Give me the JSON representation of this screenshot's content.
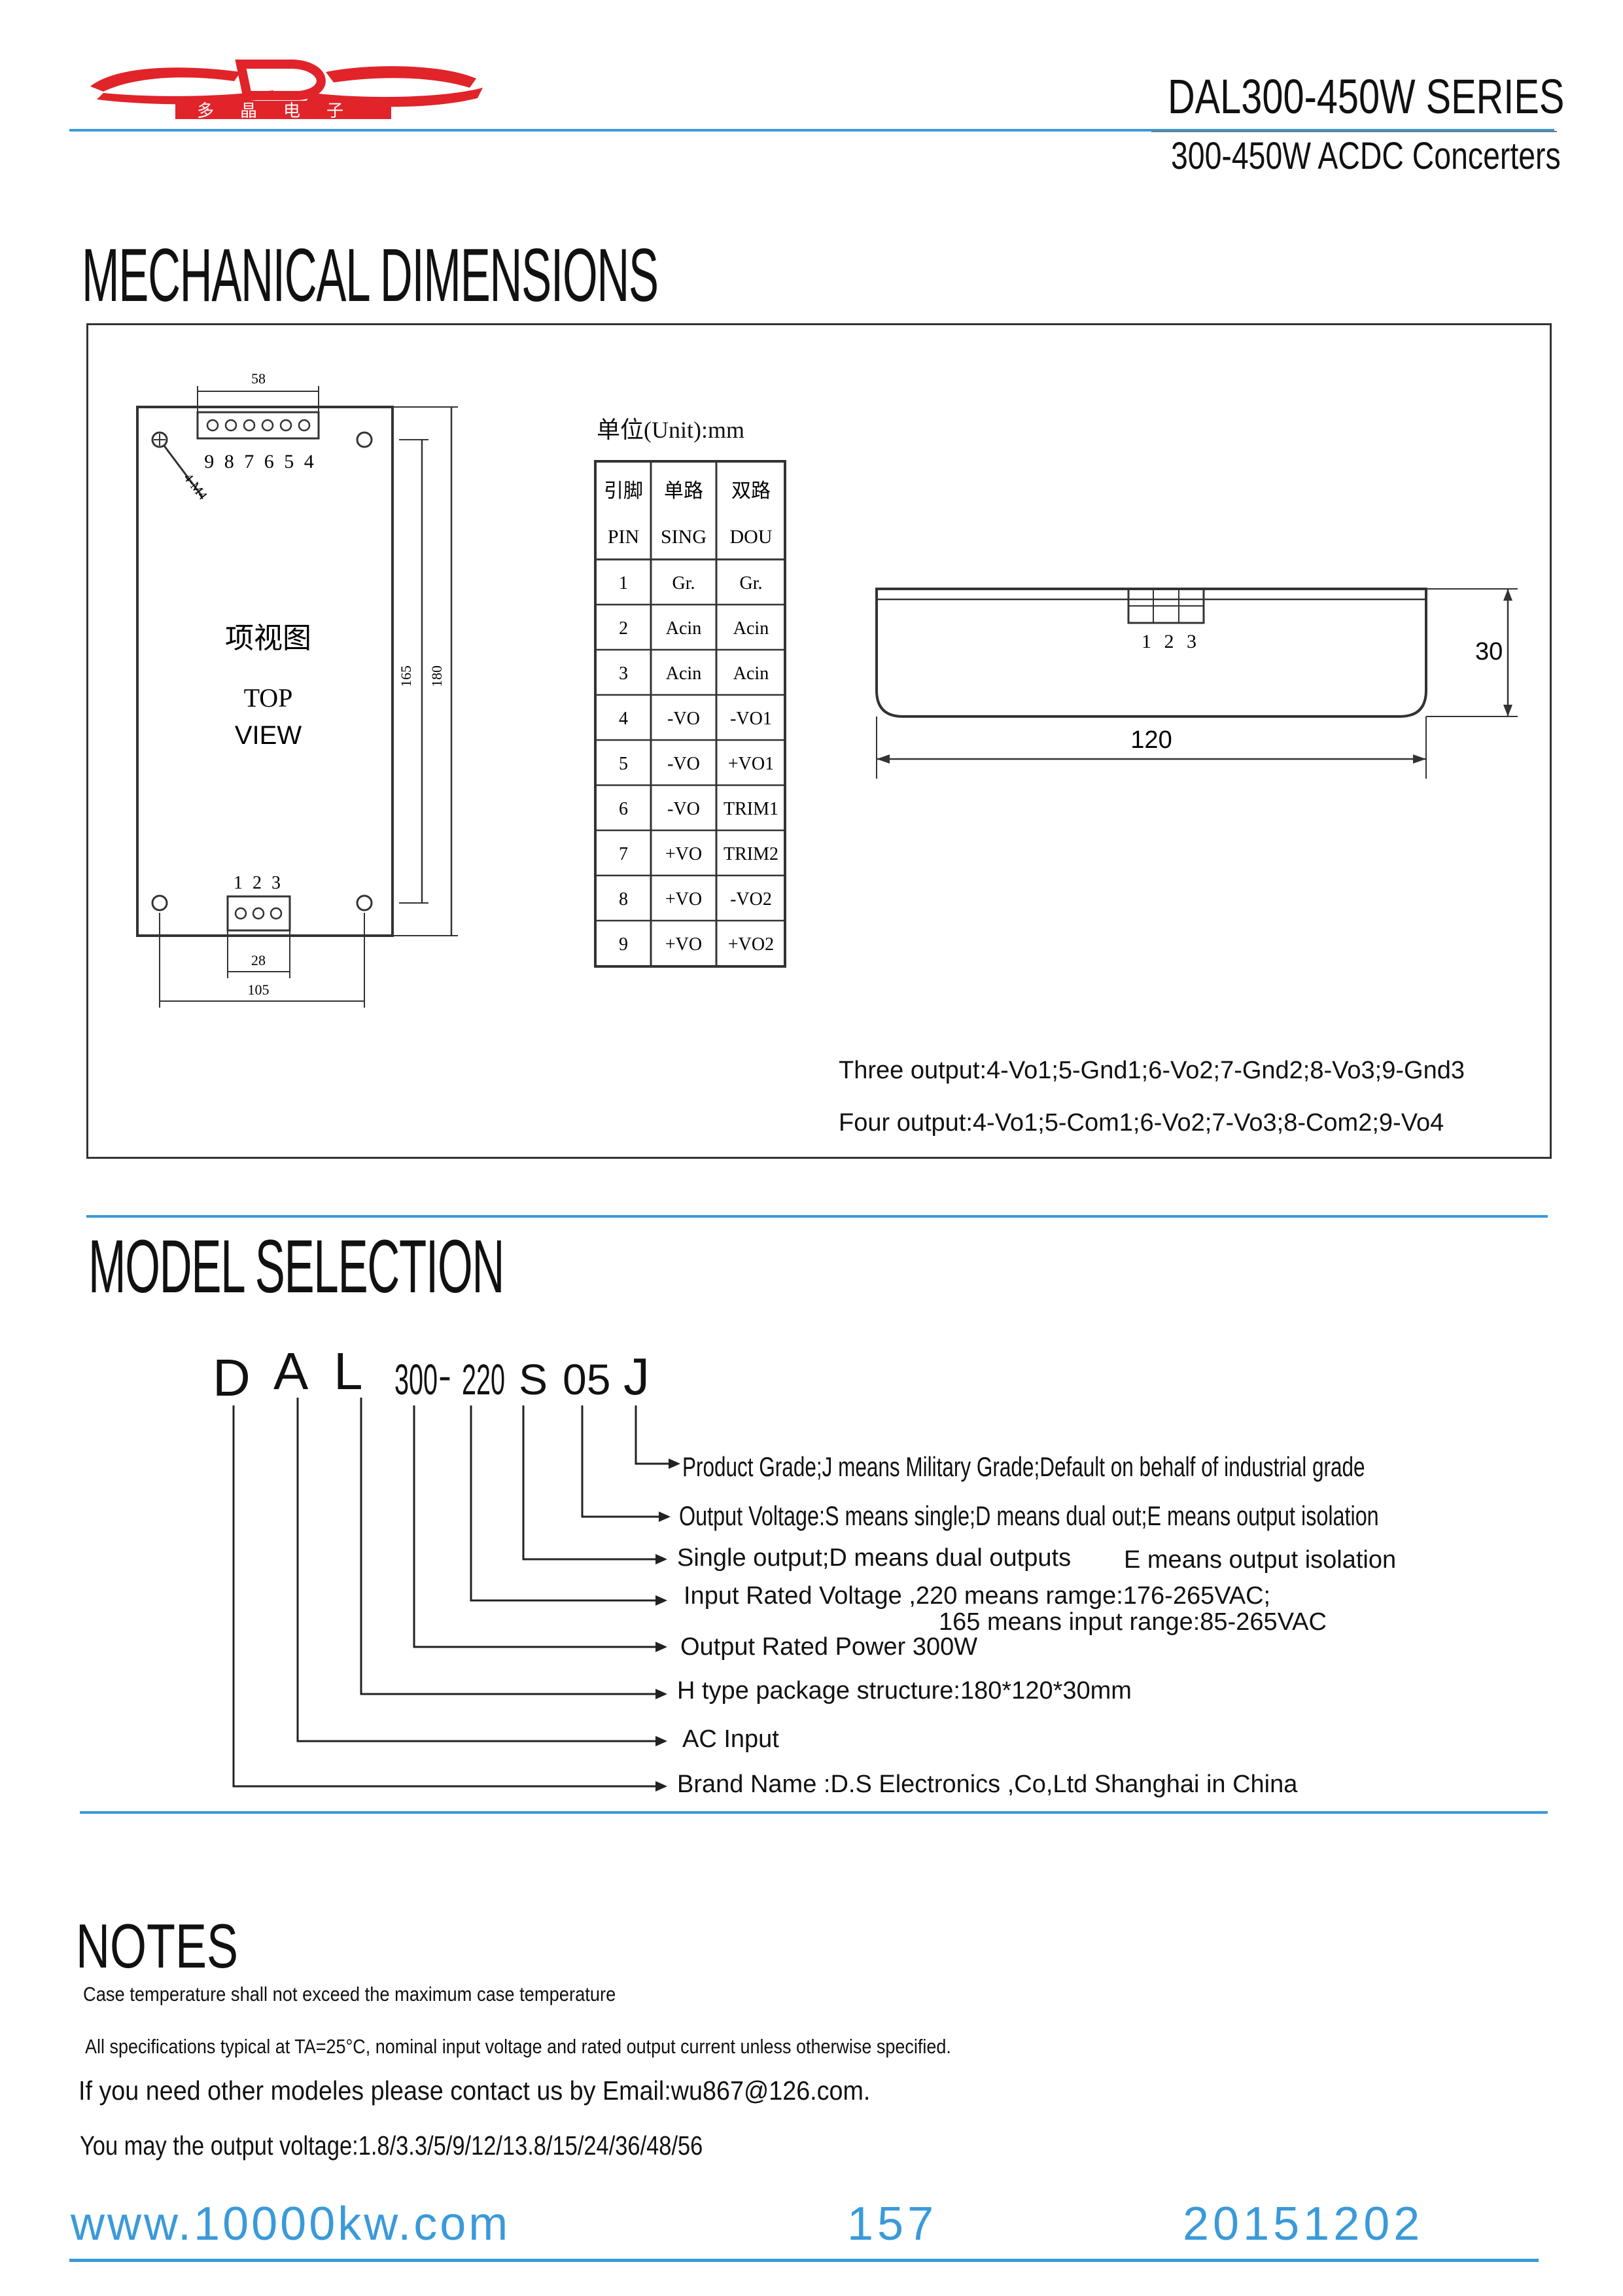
{
  "header": {
    "logo_text": "多晶电子",
    "series": "DAL300-450W SERIES",
    "subtitle": "300-450W ACDC Concerters"
  },
  "mechanical": {
    "heading": "MECHANICAL DIMENSIONS",
    "top_view": {
      "dim_width": "58",
      "top_pins": "9 8 7 6 5 4",
      "cn_label": "项视图",
      "en_label_top": "TOP",
      "en_label_view": "VIEW",
      "dim_h1": "165",
      "dim_h2": "180",
      "bottom_pins": "1 2 3",
      "dim_28": "28",
      "dim_105": "105",
      "hole_label": "4-M4"
    },
    "unit_label": "单位(Unit):mm",
    "pin_table": {
      "head_cn": [
        "引脚",
        "单路",
        "双路"
      ],
      "head_en": [
        "PIN",
        "SING",
        "DOU"
      ],
      "rows": [
        [
          "1",
          "Gr.",
          "Gr."
        ],
        [
          "2",
          "Acin",
          "Acin"
        ],
        [
          "3",
          "Acin",
          "Acin"
        ],
        [
          "4",
          "-VO",
          "-VO1"
        ],
        [
          "5",
          "-VO",
          "+VO1"
        ],
        [
          "6",
          "-VO",
          "TRIM1"
        ],
        [
          "7",
          "+VO",
          "TRIM2"
        ],
        [
          "8",
          "+VO",
          "-VO2"
        ],
        [
          "9",
          "+VO",
          "+VO2"
        ]
      ]
    },
    "side_view": {
      "pins": "1 2 3",
      "dim_height": "30",
      "dim_length": "120"
    },
    "three_output": "Three output:4-Vo1;5-Gnd1;6-Vo2;7-Gnd2;8-Vo3;9-Gnd3",
    "four_output": "Four output:4-Vo1;5-Com1;6-Vo2;7-Vo3;8-Com2;9-Vo4"
  },
  "model": {
    "heading": "MODEL SELECTION",
    "code": {
      "d": "D",
      "a": "A",
      "l": "L",
      "power": "300",
      "dash": "-",
      "voltage": "220",
      "s": "S",
      "out": "05",
      "j": "J"
    },
    "explanations": [
      "Product Grade;J means Military Grade;Default on behalf of industrial grade",
      "Output Voltage:S means single;D means dual out;E means output isolation",
      "Single output;D means dual outputs",
      "E means output isolation",
      "Input Rated Voltage ,220 means ramge:176-265VAC;",
      "165 means input range:85-265VAC",
      "Output Rated Power 300W",
      "H type package structure:180*120*30mm",
      "AC Input",
      "Brand Name :D.S Electronics ,Co,Ltd Shanghai in China"
    ]
  },
  "notes": {
    "heading": "NOTES",
    "items": [
      "Case temperature shall not exceed the maximum case temperature",
      "All specifications typical at TA=25°C, nominal input voltage and rated output current unless otherwise specified.",
      "If you need other modeles please contact us by Email:wu867@126.com.",
      "You may the output voltage:1.8/3.3/5/9/12/13.8/15/24/36/48/56"
    ]
  },
  "footer": {
    "website": "www.10000kw.com",
    "page": "157",
    "date": "20151202"
  },
  "colors": {
    "accent_blue": "#3a9ad9",
    "logo_red": "#e0242a"
  }
}
